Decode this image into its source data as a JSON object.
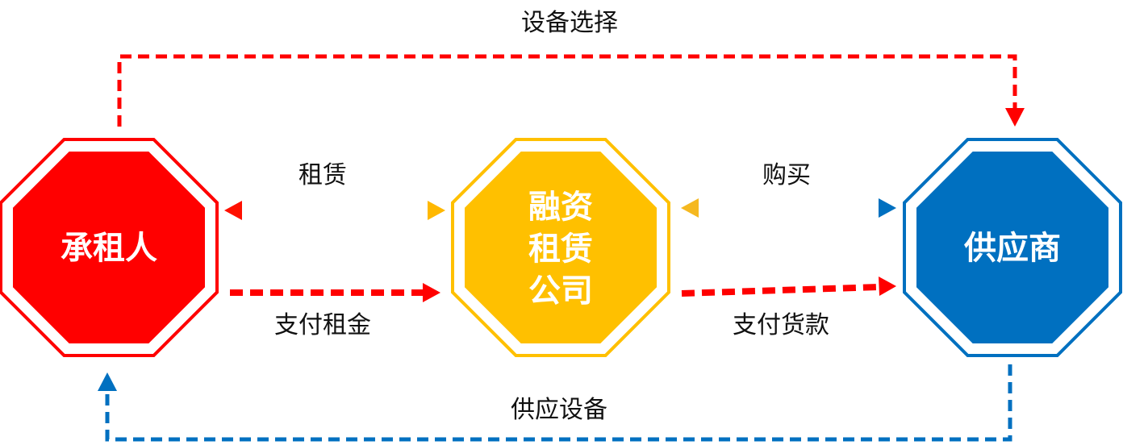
{
  "nodes": {
    "lessee": {
      "label": "承租人",
      "color": "#FF0000"
    },
    "leasing_company": {
      "lines": [
        "融资",
        "租赁",
        "公司"
      ],
      "color": "#FFC000"
    },
    "supplier": {
      "label": "供应商",
      "color": "#0070C0"
    }
  },
  "edges": {
    "equipment_selection": "设备选择",
    "lease": "租赁",
    "pay_rent": "支付租金",
    "purchase": "购买",
    "pay_goods": "支付货款",
    "supply_equipment": "供应设备"
  },
  "colors": {
    "red": "#FF0000",
    "orange": "#FFC000",
    "blue": "#0070C0"
  }
}
